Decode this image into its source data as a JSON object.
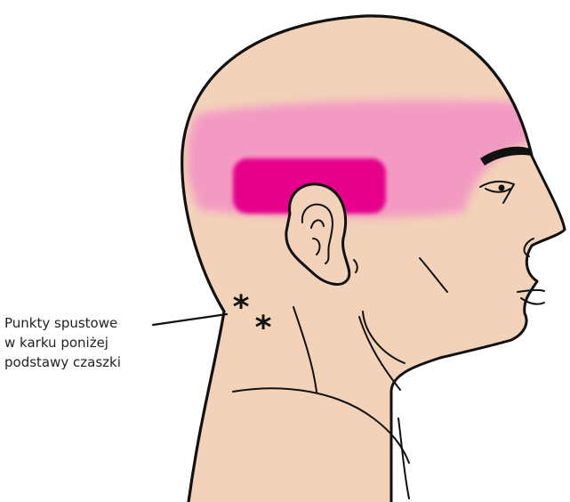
{
  "caption": {
    "lines": [
      "Punkty spustowe",
      "w karku poniżej",
      "podstawy czaszki"
    ]
  },
  "colors": {
    "skin": "#f2d2b8",
    "outline": "#111111",
    "pain_zone_diffuse": "#f39ac3",
    "pain_zone_intense": "#e6008a",
    "background": "#ffffff"
  },
  "markers": {
    "trigger_point_symbol": "*",
    "count": 2
  },
  "icons": [
    "asterisk-icon",
    "asterisk-icon"
  ]
}
